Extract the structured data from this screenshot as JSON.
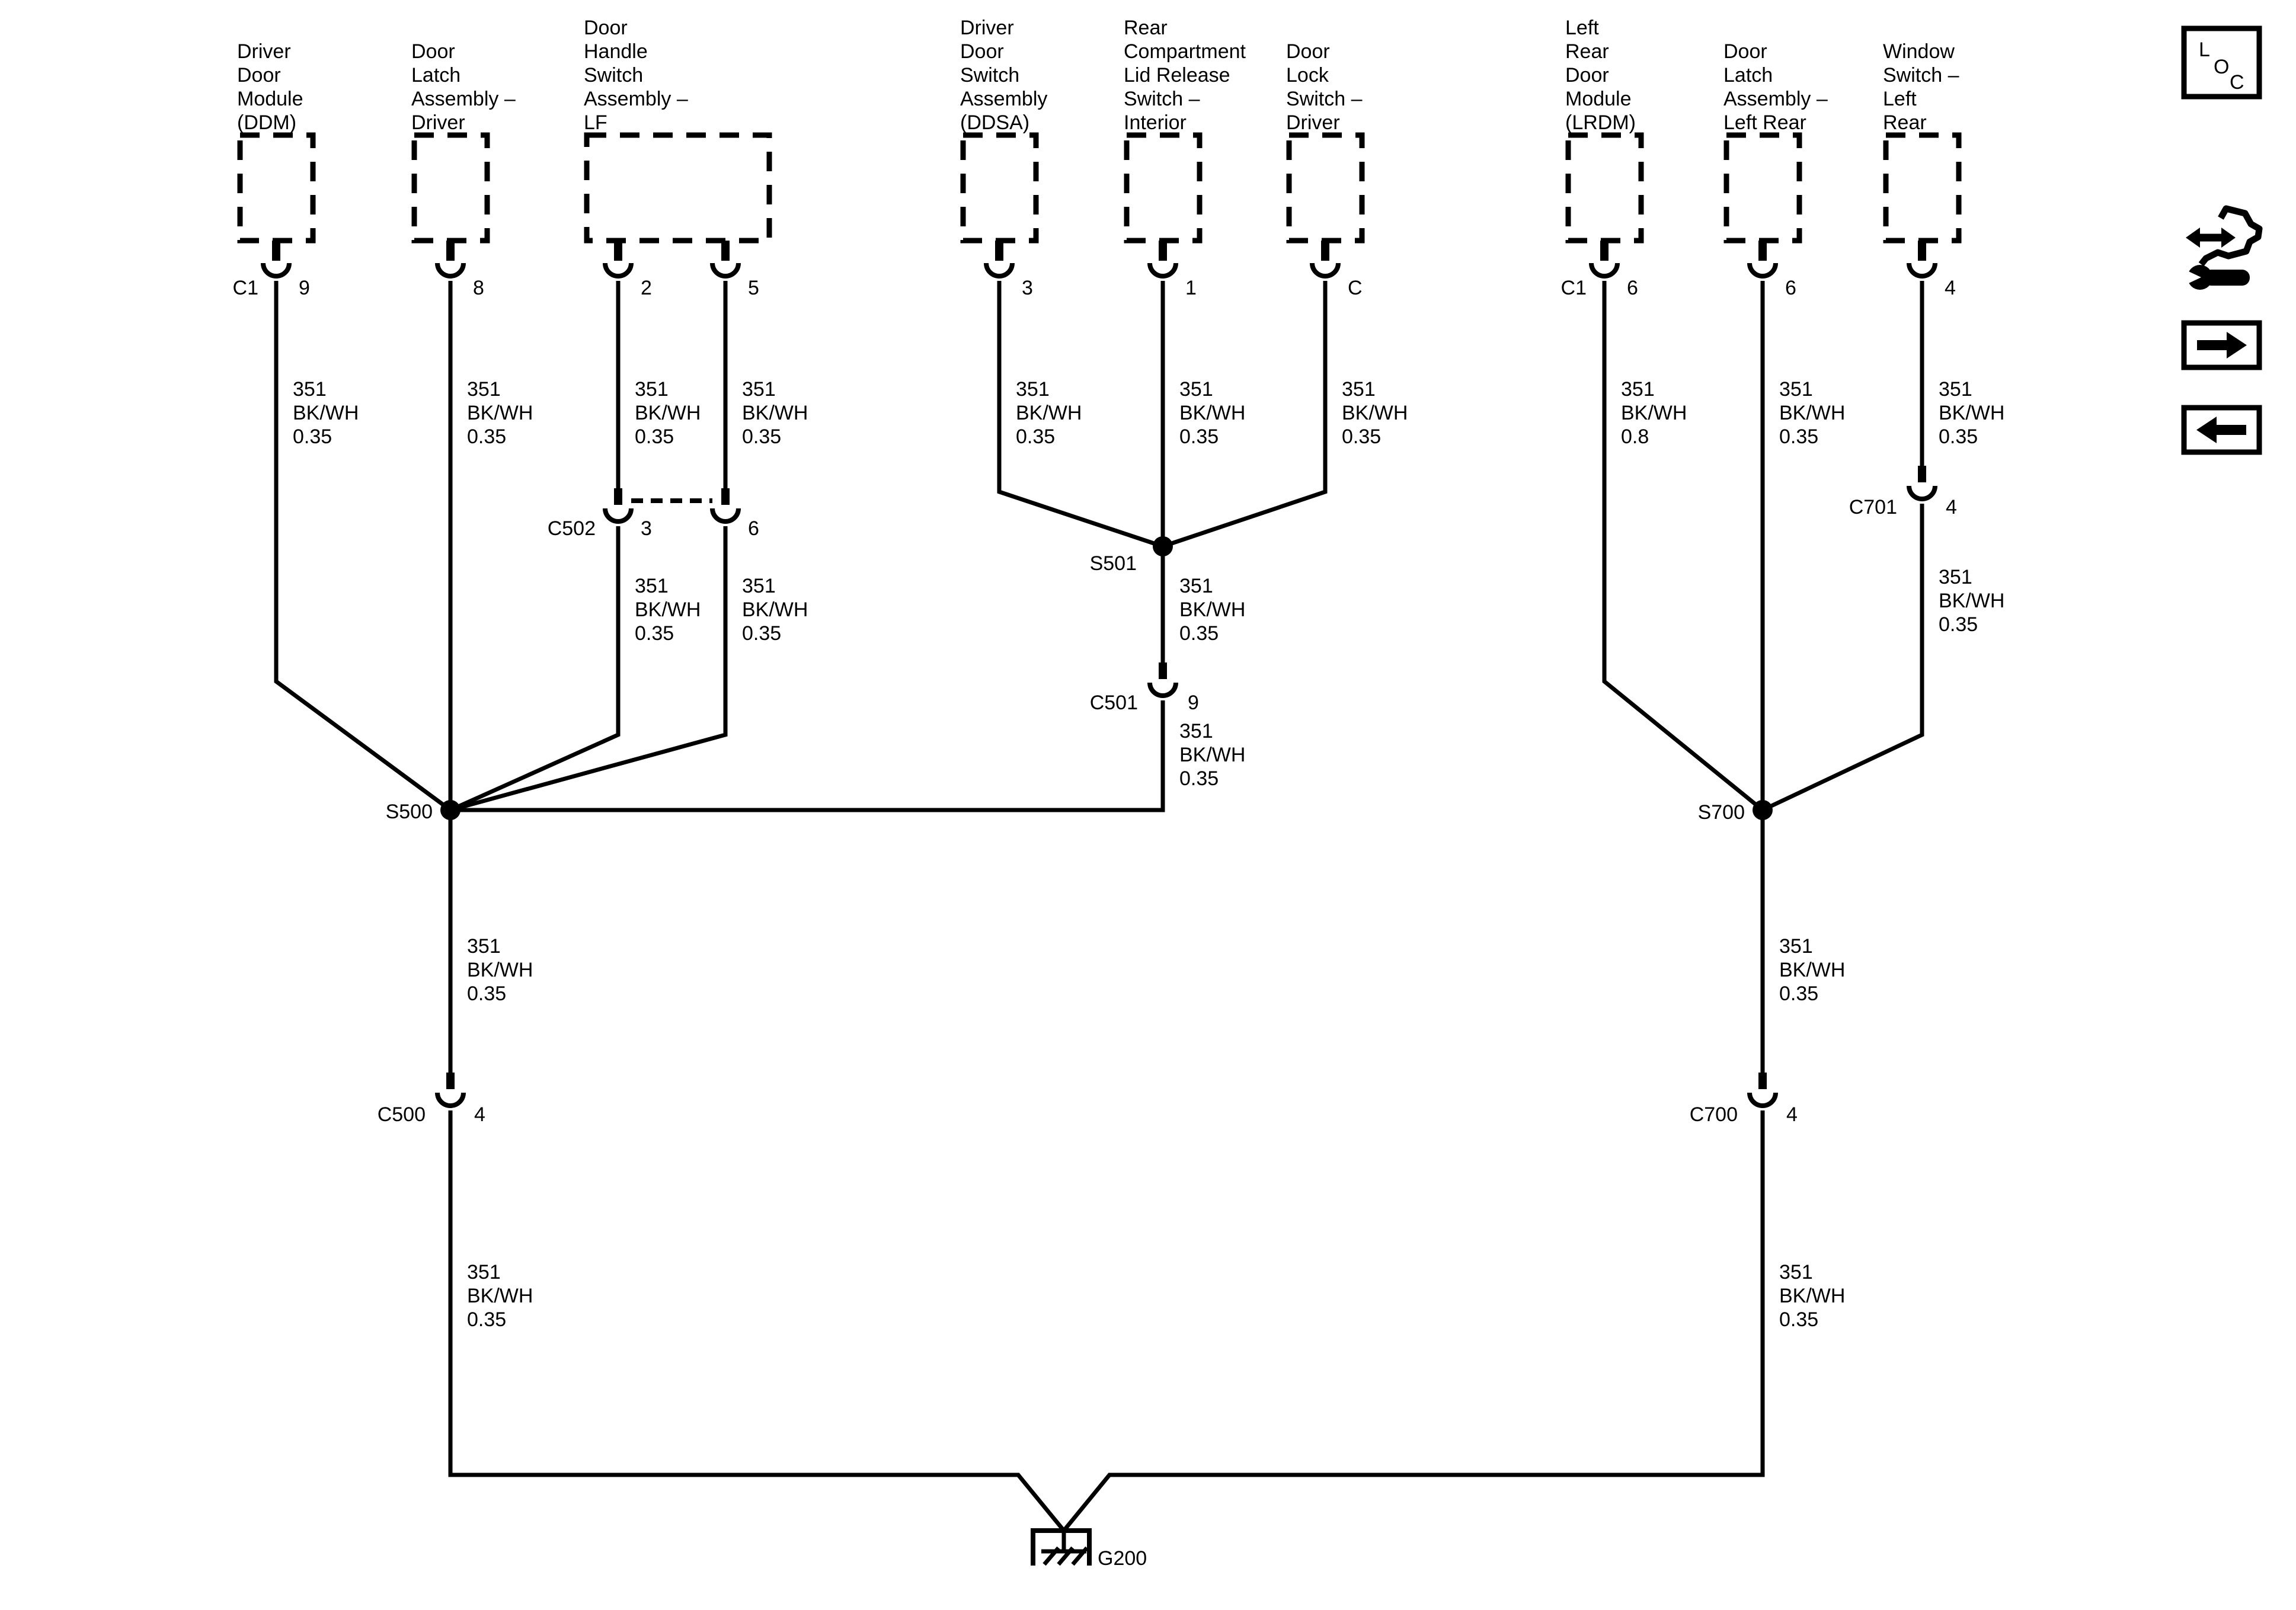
{
  "components": [
    {
      "id": "driver-door-module",
      "lines": [
        "Driver",
        "Door",
        "Module",
        "(DDM)"
      ],
      "left_pin_label": "C1",
      "pins": [
        "9"
      ]
    },
    {
      "id": "door-latch-assembly-driver",
      "lines": [
        "Door",
        "Latch",
        "Assembly –",
        "Driver"
      ],
      "pins": [
        "8"
      ]
    },
    {
      "id": "door-handle-switch-assembly-lf",
      "lines": [
        "Door",
        "Handle",
        "Switch",
        "Assembly –",
        "LF"
      ],
      "pins": [
        "2",
        "5"
      ]
    },
    {
      "id": "driver-door-switch-assembly",
      "lines": [
        "Driver",
        "Door",
        "Switch",
        "Assembly",
        "(DDSA)"
      ],
      "pins": [
        "3"
      ]
    },
    {
      "id": "rear-compartment-lid-release-switch-interior",
      "lines": [
        "Rear",
        "Compartment",
        "Lid Release",
        "Switch –",
        "Interior"
      ],
      "pins": [
        "1"
      ]
    },
    {
      "id": "door-lock-switch-driver",
      "lines": [
        "Door",
        "Lock",
        "Switch –",
        "Driver"
      ],
      "pins": [
        "C"
      ]
    },
    {
      "id": "left-rear-door-module",
      "lines": [
        "Left",
        "Rear",
        "Door",
        "Module",
        "(LRDM)"
      ],
      "left_pin_label": "C1",
      "pins": [
        "6"
      ]
    },
    {
      "id": "door-latch-assembly-left-rear",
      "lines": [
        "Door",
        "Latch",
        "Assembly –",
        "Left Rear"
      ],
      "pins": [
        "6"
      ]
    },
    {
      "id": "window-switch-left-rear",
      "lines": [
        "Window",
        "Switch –",
        "Left",
        "Rear"
      ],
      "pins": [
        "4"
      ]
    }
  ],
  "splices": [
    {
      "label": "S500"
    },
    {
      "label": "S501"
    },
    {
      "label": "S700"
    }
  ],
  "connectors": [
    {
      "label": "C502",
      "pin_left": "3",
      "pin_right": "6"
    },
    {
      "label": "C501",
      "pin": "9"
    },
    {
      "label": "C500",
      "pin": "4"
    },
    {
      "label": "C700",
      "pin": "4"
    },
    {
      "label": "C701",
      "pin": "4"
    }
  ],
  "ground": {
    "label": "G200"
  },
  "wire_labels": [
    {
      "id": "ddm-wire",
      "circuit": "351",
      "color": "BK/WH",
      "gauge": "0.35"
    },
    {
      "id": "latch-driver-wire",
      "circuit": "351",
      "color": "BK/WH",
      "gauge": "0.35"
    },
    {
      "id": "handle-pin2-upper",
      "circuit": "351",
      "color": "BK/WH",
      "gauge": "0.35"
    },
    {
      "id": "handle-pin5-upper",
      "circuit": "351",
      "color": "BK/WH",
      "gauge": "0.35"
    },
    {
      "id": "ddsa-wire",
      "circuit": "351",
      "color": "BK/WH",
      "gauge": "0.35"
    },
    {
      "id": "lid-release-wire",
      "circuit": "351",
      "color": "BK/WH",
      "gauge": "0.35"
    },
    {
      "id": "lock-switch-wire",
      "circuit": "351",
      "color": "BK/WH",
      "gauge": "0.35"
    },
    {
      "id": "lrdm-wire",
      "circuit": "351",
      "color": "BK/WH",
      "gauge": "0.8"
    },
    {
      "id": "latch-left-rear-wire",
      "circuit": "351",
      "color": "BK/WH",
      "gauge": "0.35"
    },
    {
      "id": "window-upper",
      "circuit": "351",
      "color": "BK/WH",
      "gauge": "0.35"
    },
    {
      "id": "handle-pin2-lower",
      "circuit": "351",
      "color": "BK/WH",
      "gauge": "0.35"
    },
    {
      "id": "handle-pin5-lower",
      "circuit": "351",
      "color": "BK/WH",
      "gauge": "0.35"
    },
    {
      "id": "s501-to-c501",
      "circuit": "351",
      "color": "BK/WH",
      "gauge": "0.35"
    },
    {
      "id": "window-below-c701",
      "circuit": "351",
      "color": "BK/WH",
      "gauge": "0.35"
    },
    {
      "id": "c501-to-s500",
      "circuit": "351",
      "color": "BK/WH",
      "gauge": "0.35"
    },
    {
      "id": "s500-to-c500",
      "circuit": "351",
      "color": "BK/WH",
      "gauge": "0.35"
    },
    {
      "id": "s700-to-c700",
      "circuit": "351",
      "color": "BK/WH",
      "gauge": "0.35"
    },
    {
      "id": "c500-to-ground",
      "circuit": "351",
      "color": "BK/WH",
      "gauge": "0.35"
    },
    {
      "id": "c700-to-ground",
      "circuit": "351",
      "color": "BK/WH",
      "gauge": "0.35"
    }
  ],
  "nav": {
    "loc_letters": [
      "L",
      "O",
      "C"
    ]
  },
  "colors": {
    "line": "#000000",
    "background": "#ffffff"
  }
}
